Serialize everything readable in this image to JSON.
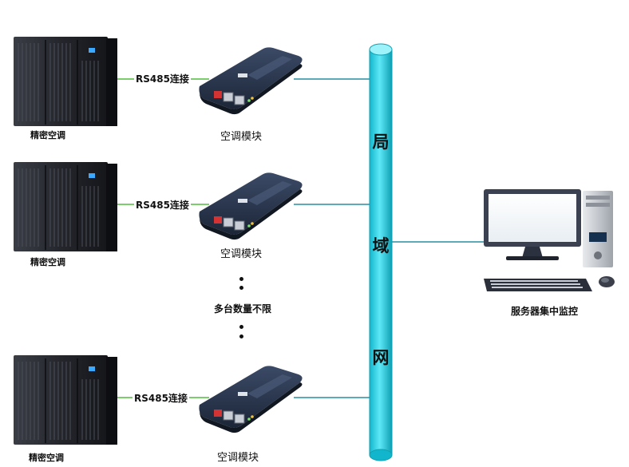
{
  "diagram": {
    "rows": [
      {
        "ac_label": "精密空调",
        "link_label": "RS485连接",
        "module_label": "空调模块"
      },
      {
        "ac_label": "精密空调",
        "link_label": "RS485连接",
        "module_label": "空调模块"
      },
      {
        "ac_label": "精密空调",
        "link_label": "RS485连接",
        "module_label": "空调模块"
      }
    ],
    "unlimited_label": "多台数量不限",
    "lan_chars": [
      "局",
      "域",
      "网"
    ],
    "server_label": "服务器集中监控"
  },
  "colors": {
    "rs485_line": "#7ccd6c",
    "lan_line": "#2a8ea0",
    "lan_bus_fill": "#2ad4e8",
    "lan_bus_edge": "#0fa0b4",
    "cabinet": "#1a1c22",
    "module_body": "#233044"
  }
}
